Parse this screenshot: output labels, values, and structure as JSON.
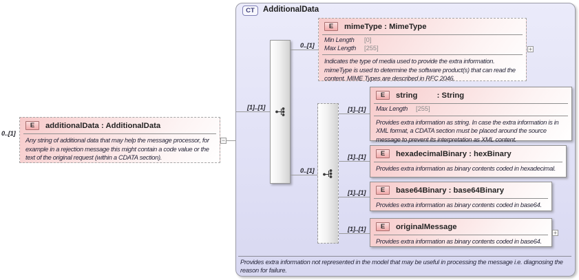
{
  "source_element": {
    "cardinality": "0..[1]",
    "badge": "E",
    "title": "additionalData : AdditionalData",
    "doc": "Any string of additional data that may help the message processor, for example in a rejection message this might contain a code value or the text of the original request (within a CDATA section).",
    "collapse_glyph": "−"
  },
  "complex_type": {
    "badge": "CT",
    "title": "AdditionalData",
    "doc": "Provides extra information not represented in the model that may be useful in processing the message i.e. diagnosing the reason for failure.",
    "sequence": {
      "cardinality": "[1]..[1]"
    },
    "choice": {
      "cardinality": "0..[1]"
    },
    "elements": [
      {
        "id": "mimeType",
        "cardinality": "0..[1]",
        "badge": "E",
        "title": "mimeType : MimeType",
        "facets": [
          {
            "label": "Min Length",
            "value": "[0]"
          },
          {
            "label": "Max Length",
            "value": "[255]"
          }
        ],
        "doc": "Indicates the type of media used to provide the extra information. mimeType is used to determine the software product(s) that can read the content. MIME Types are described in RFC 2046.",
        "expand_glyph": "+"
      },
      {
        "id": "string",
        "cardinality": "[1]..[1]",
        "badge": "E",
        "title": "string         : String",
        "facets": [
          {
            "label": "Max Length",
            "value": "[255]"
          }
        ],
        "doc": "Provides extra information as string. In case the extra information is in XML format, a CDATA section must be placed around the source message to prevent its interpretation as XML content."
      },
      {
        "id": "hexadecimalBinary",
        "cardinality": "[1]..[1]",
        "badge": "E",
        "title": "hexadecimalBinary : hexBinary",
        "doc": "Provides extra information as binary contents coded in hexadecimal."
      },
      {
        "id": "base64Binary",
        "cardinality": "[1]..[1]",
        "badge": "E",
        "title": "base64Binary : base64Binary",
        "doc": "Provides extra information as binary contents coded in base64."
      },
      {
        "id": "originalMessage",
        "cardinality": "[1]..[1]",
        "badge": "E",
        "title": "originalMessage",
        "doc": "Provides extra information as binary contents coded in base64.",
        "expand_glyph": "+"
      }
    ]
  },
  "colors": {
    "container_fill": "#e3e3f7",
    "container_border": "#9a9aa6",
    "element_fill_top": "#f7caca",
    "element_badge_fill": "#f2abab",
    "element_badge_border": "#a96f6f",
    "ct_badge_text": "#3c3c78",
    "connector": "#9a9a9a"
  }
}
